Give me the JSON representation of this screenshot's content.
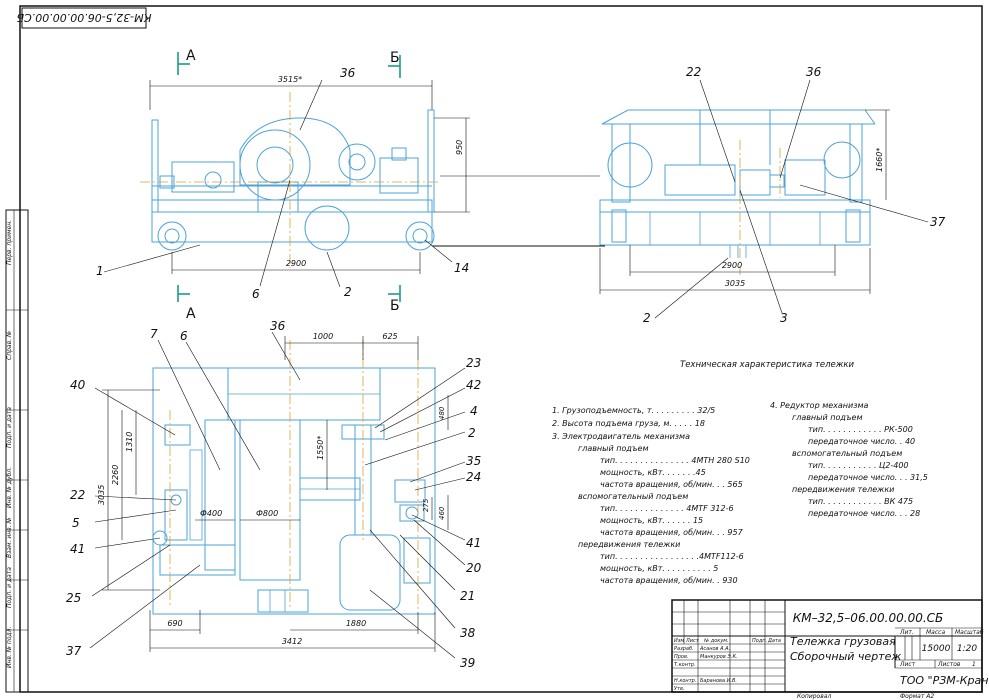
{
  "drawing": {
    "code_top": "КМ-32,5-06.00.00.00.СБ",
    "title_code": "КМ–32,5–06.00.00.00.СБ",
    "title_name_1": "Тележка грузовая",
    "title_name_2": "Сборочный чертеж",
    "company": "ТОО \"РЗМ-Кран\"",
    "footer_copy": "Копировал",
    "footer_format": "Формат    А2"
  },
  "title_block": {
    "col_headers": [
      "Изм",
      "Лист",
      "№ докум.",
      "Подп.",
      "Дата"
    ],
    "rows": [
      {
        "role": "Разраб.",
        "name": "Асанов А.А."
      },
      {
        "role": "Пров.",
        "name": "Манкуров Э.К."
      },
      {
        "role": "Т.контр.",
        "name": ""
      },
      {
        "role": "",
        "name": ""
      },
      {
        "role": "Н.контр.",
        "name": "Баранова И.В."
      },
      {
        "role": "Утв.",
        "name": ""
      }
    ],
    "lit_label": "Лит.",
    "mass_label": "Масса",
    "scale_label": "Масштаб",
    "mass": "15000",
    "scale": "1:20",
    "sheet_label": "Лист",
    "sheets_label": "Листов",
    "sheets": "1"
  },
  "side_stamp": [
    "Перв. примен.",
    "Справ. №",
    "Подп. и дата",
    "Инв. № дубл.",
    "Взам. инв. №",
    "Подп. и дата",
    "Инв. № подл."
  ],
  "sections": {
    "a": "А",
    "b": "Б"
  },
  "dimensions": {
    "top_width": "3515*",
    "front_height": "950",
    "front_base": "2900",
    "side_base": "2900",
    "side_width": "3035",
    "side_height": "1660*",
    "plan_1000": "1000",
    "plan_625": "625",
    "plan_3035": "3035",
    "plan_2260": "2260",
    "plan_1310": "1310",
    "plan_1550": "1550*",
    "plan_480": "480",
    "plan_275": "275",
    "plan_460": "460",
    "plan_d400": "Ф400",
    "plan_d800": "Ф800",
    "plan_690": "690",
    "plan_1880": "1880",
    "plan_3412": "3412"
  },
  "callouts": {
    "front": [
      "36",
      "1",
      "6",
      "2",
      "14"
    ],
    "side": [
      "22",
      "36",
      "37",
      "2",
      "3"
    ],
    "plan": [
      "7",
      "6",
      "36",
      "23",
      "42",
      "40",
      "4",
      "2",
      "35",
      "24",
      "22",
      "5",
      "41",
      "25",
      "37",
      "41",
      "20",
      "21",
      "38",
      "39"
    ]
  },
  "spec": {
    "heading": "Техническая характеристика тележки",
    "left": [
      "1. Грузоподъемность, т. . . . . . . . . 32/5",
      "2. Высота подъема груза, м. . . . . 18",
      "3. Электродвигатель механизма",
      "главный подъем",
      "тип. . . . . . . . . . . . . . . 4MTH 280 S10",
      "мощность, кВт. . . . . . .45",
      "частота вращения, об/мин. . . 565",
      "вспомогательный подъем",
      "тип. . . . . . . . . . . . . . 4MTF 312-6",
      "мощность, кВт. . . . . . 15",
      "частота вращения, об/мин. . . 957",
      "передвижения тележки",
      "тип. . . . . . . . . . . . . . . . .4MTF112-6",
      "мощность, кВт. . . . . . . . . . 5",
      "частота вращения, об/мин. . 930"
    ],
    "right": [
      "4. Редуктор механизма",
      "главный подъем",
      "тип. . . . . . . . . . . . РК-500",
      "передаточное число. . 40",
      "вспомогательный подъем",
      "тип. . . . . . . . . . . Ц2-400",
      "передаточное число. . . 31,5",
      "передвижения тележки",
      "тип. . . . . . . . . . . . ВК 475",
      "передаточное число. . . 28"
    ]
  }
}
